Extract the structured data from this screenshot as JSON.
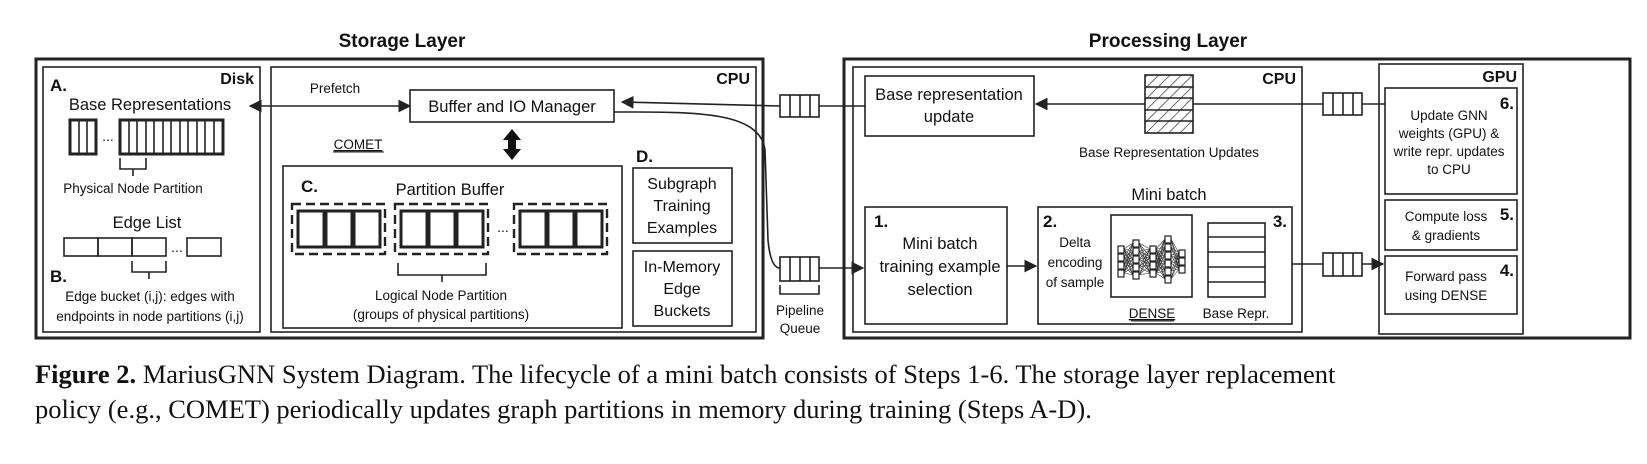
{
  "storage": {
    "title": "Storage Layer",
    "disk": {
      "label": "Disk",
      "a_tag": "A.",
      "base_repr": "Base Representations",
      "ellipsis": "...",
      "physical_partition": "Physical Node Partition",
      "edge_list": "Edge List",
      "b_tag": "B.",
      "edge_bucket_line1": "Edge bucket (i,j): edges with",
      "edge_bucket_line2": "endpoints in node partitions (i,j)"
    },
    "cpu": {
      "label": "CPU",
      "prefetch": "Prefetch",
      "buffer_io": "Buffer and IO Manager",
      "comet": "COMET",
      "c_tag": "C.",
      "partition_buffer": "Partition Buffer",
      "ellipsis": "...",
      "logical_line1": "Logical Node Partition",
      "logical_line2": "(groups of physical partitions)",
      "d_tag": "D.",
      "subgraph_line1": "Subgraph",
      "subgraph_line2": "Training",
      "subgraph_line3": "Examples",
      "inmem_line1": "In-Memory",
      "inmem_line2": "Edge",
      "inmem_line3": "Buckets"
    },
    "pipeline_line1": "Pipeline",
    "pipeline_line2": "Queue"
  },
  "processing": {
    "title": "Processing Layer",
    "cpu": {
      "label": "CPU",
      "base_update_line1": "Base representation",
      "base_update_line2": "update",
      "base_repr_updates": "Base Representation Updates",
      "mini_batch": "Mini batch",
      "step1_tag": "1.",
      "step1_line1": "Mini batch",
      "step1_line2": "training example",
      "step1_line3": "selection",
      "step2_tag": "2.",
      "step2_line1": "Delta",
      "step2_line2": "encoding",
      "step2_line3": "of sample",
      "step3_tag": "3.",
      "dense": "DENSE",
      "base_repr_short": "Base Repr."
    },
    "gpu": {
      "label": "GPU",
      "step6_tag": "6.",
      "step6_line1": "Update GNN",
      "step6_line2": "weights (GPU) &",
      "step6_line3": "write repr. updates",
      "step6_line4": "to CPU",
      "step5_tag": "5.",
      "step5_line1": "Compute loss",
      "step5_line2": "& gradients",
      "step4_tag": "4.",
      "step4_line1": "Forward pass",
      "step4_line2": "using DENSE"
    }
  },
  "caption": {
    "label": "Figure 2.",
    "line1": "MariusGNN System Diagram. The lifecycle of a mini batch consists of Steps 1-6. The storage layer replacement",
    "line2": "policy (e.g., COMET) periodically updates graph partitions in memory during training (Steps A-D)."
  }
}
